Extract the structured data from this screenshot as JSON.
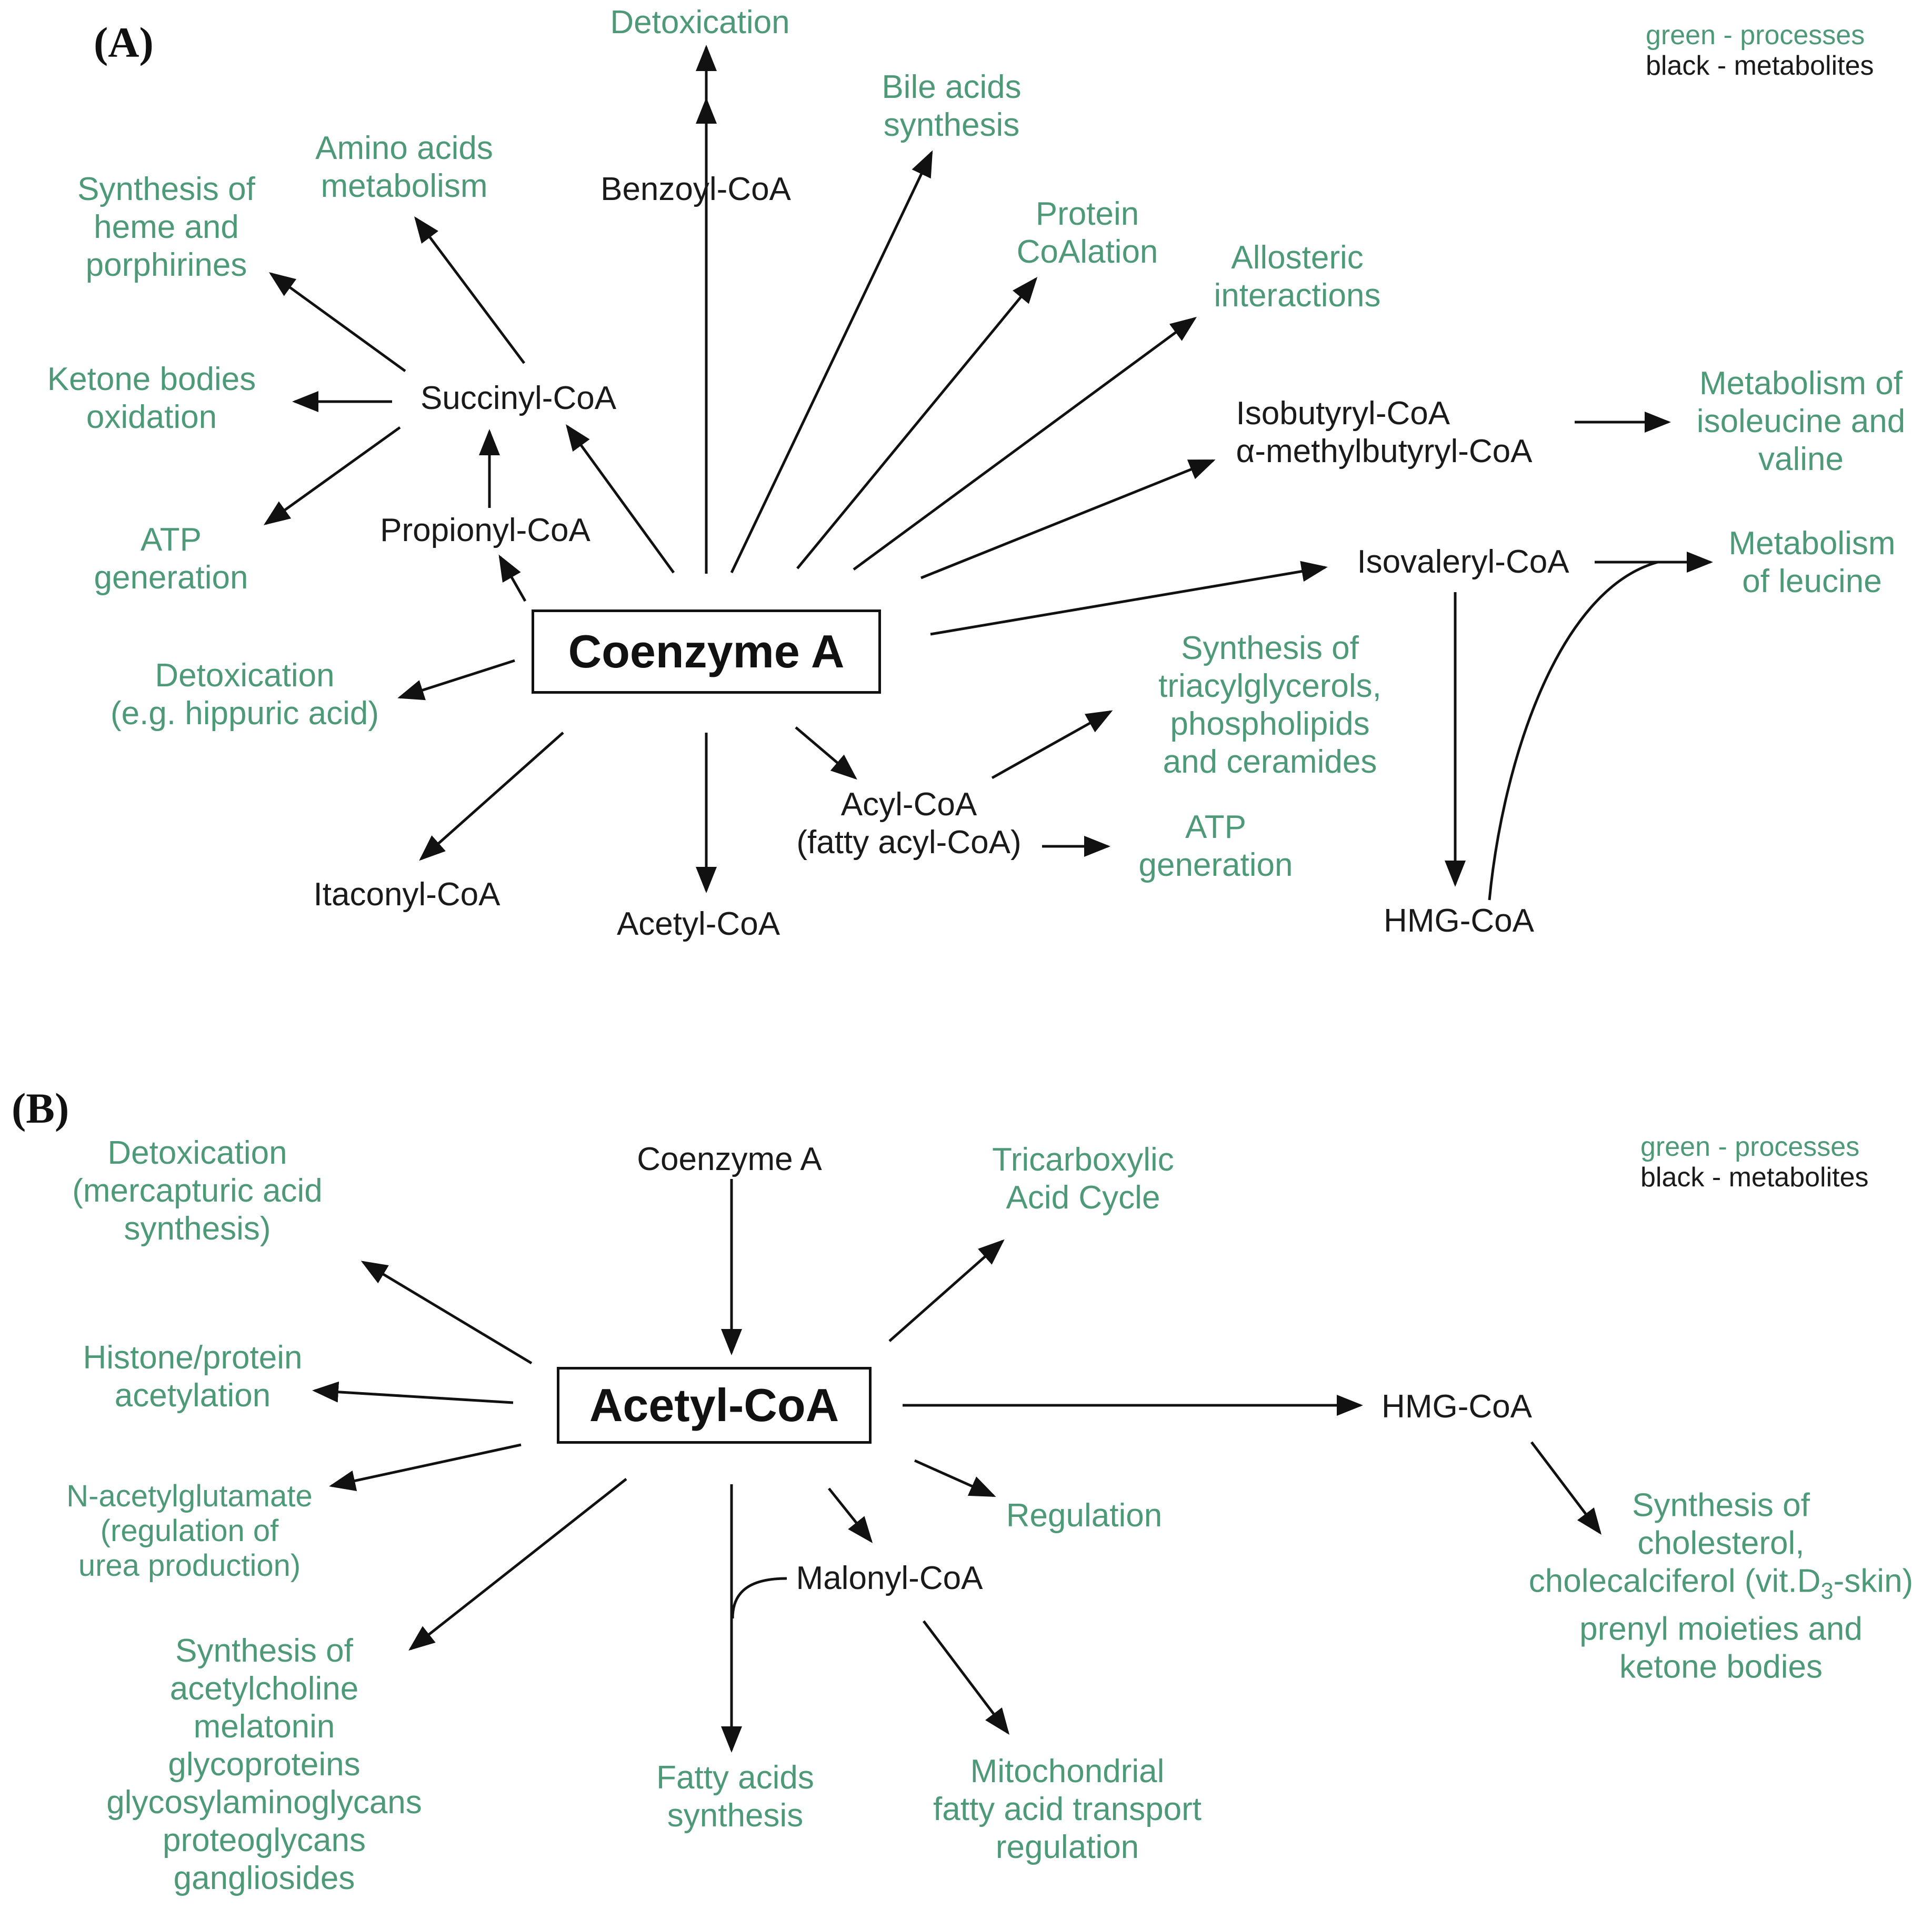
{
  "legend": {
    "processes": "green - processes",
    "metabolites": "black - metabolites"
  },
  "colors": {
    "process": "#4e9a78",
    "metabolite": "#1a1a1a",
    "arrow": "#111111"
  },
  "panel_a": {
    "label": "(A)",
    "center": "Coenzyme A",
    "metabolites": {
      "benzoyl": "Benzoyl-CoA",
      "succinyl": "Succinyl-CoA",
      "propionyl": "Propionyl-CoA",
      "isobutyryl_1": "Isobutyryl-CoA",
      "isobutyryl_2": "α-methylbutyryl-CoA",
      "isovaleryl": "Isovaleryl-CoA",
      "acyl_1": "Acyl-CoA",
      "acyl_2": "(fatty acyl-CoA)",
      "acetyl": "Acetyl-CoA",
      "itaconyl": "Itaconyl-CoA",
      "hmg": "HMG-CoA"
    },
    "processes": {
      "detox_top": "Detoxication",
      "bile_1": "Bile acids",
      "bile_2": "synthesis",
      "amino_1": "Amino acids",
      "amino_2": "metabolism",
      "heme_1": "Synthesis of",
      "heme_2": "heme and",
      "heme_3": "porphirines",
      "protein_1": "Protein",
      "protein_2": "CoAlation",
      "allosteric_1": "Allosteric",
      "allosteric_2": "interactions",
      "ketone_1": "Ketone bodies",
      "ketone_2": "oxidation",
      "atp_left_1": "ATP",
      "atp_left_2": "generation",
      "ile_1": "Metabolism of",
      "ile_2": "isoleucine and",
      "ile_3": "valine",
      "leu_1": "Metabolism",
      "leu_2": "of leucine",
      "detox_left_1": "Detoxication",
      "detox_left_2": "(e.g. hippuric acid)",
      "tag_1": "Synthesis of",
      "tag_2": "triacylglycerols,",
      "tag_3": "phospholipids",
      "tag_4": "and ceramides",
      "atp_right_1": "ATP",
      "atp_right_2": "generation"
    }
  },
  "panel_b": {
    "label": "(B)",
    "center": "Acetyl-CoA",
    "metabolites": {
      "coa": "Coenzyme A",
      "hmg": "HMG-CoA",
      "malonyl": "Malonyl-CoA"
    },
    "processes": {
      "detox_1": "Detoxication",
      "detox_2": "(mercapturic acid",
      "detox_3": "synthesis)",
      "tca_1": "Tricarboxylic",
      "tca_2": "Acid Cycle",
      "histone_1": "Histone/protein",
      "histone_2": "acetylation",
      "nag_1": "N-acetylglutamate",
      "nag_2": "(regulation of",
      "nag_3": "urea production)",
      "regulation": "Regulation",
      "chol_1": "Synthesis of",
      "chol_2": "cholesterol,",
      "chol_3a": "cholecalciferol (vit.D",
      "chol_3sub": "3",
      "chol_3b": "-skin)",
      "chol_4": "prenyl moieties and",
      "chol_5": "ketone bodies",
      "ach_1": "Synthesis of",
      "ach_2": "acetylcholine",
      "ach_3": "melatonin",
      "ach_4": "glycoproteins",
      "ach_5": "glycosylaminoglycans",
      "ach_6": "proteoglycans",
      "ach_7": "gangliosides",
      "fa_1": "Fatty acids",
      "fa_2": "synthesis",
      "mito_1": "Mitochondrial",
      "mito_2": "fatty acid transport",
      "mito_3": "regulation"
    }
  }
}
